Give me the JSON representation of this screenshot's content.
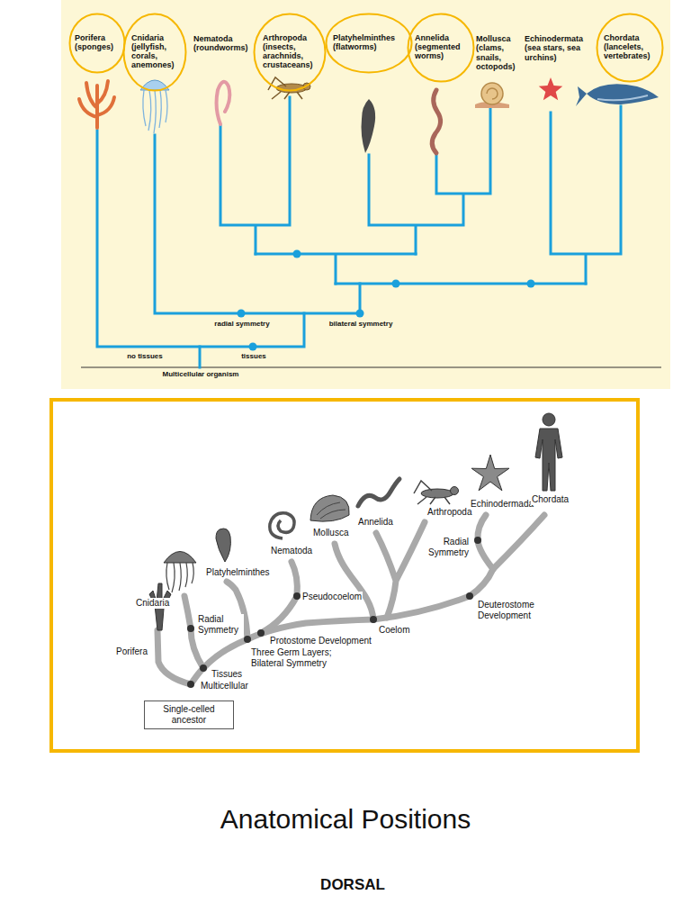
{
  "diagram": {
    "title": "Anatomical Positions",
    "nodes": [
      {
        "text": [
          "Porifera (sponges)"
        ]
      },
      {
        "text": [
          "Cnidaria (jellyfish, corals, anemones)"
        ]
      },
      {
        "text": [
          "Arthropoda (insects, arachnids, crustaceans)"
        ]
      },
      {
        "text": [
          "Platyhelminthes (flatworms)"
        ]
      },
      {
        "text": [
          "Annelida (segmented worms)"
        ]
      },
      {
        "text": [
          "Chordata (lancelets, vertebrates)"
        ]
      },
      {
        "text": [
          "Single-celled ancestor"
        ]
      }
    ],
    "labels": [
      "Nematoda (roundworms)",
      "Mollusca (clams, snails, octopods)",
      "Echinodermata (sea stars, sea urchins)",
      "radial symmetry",
      "bilateral symmetry",
      "no tissues",
      "tissues",
      "Multicellular organism",
      "Porifera",
      "Cnidaria",
      "Radial Symmetry",
      "Platyhelminthes",
      "Nematoda",
      "Mollusca",
      "Annelida",
      "Arthropoda",
      "Echinodermada",
      "Chordata",
      "Radial Symmetry",
      "Three Germ Layers; Bilateral Symmetry",
      "Protostome Development",
      "Pseudocoelom",
      "Coelom",
      "Deuterostome Development",
      "Tissues",
      "Multicellular",
      "DORSAL"
    ]
  }
}
